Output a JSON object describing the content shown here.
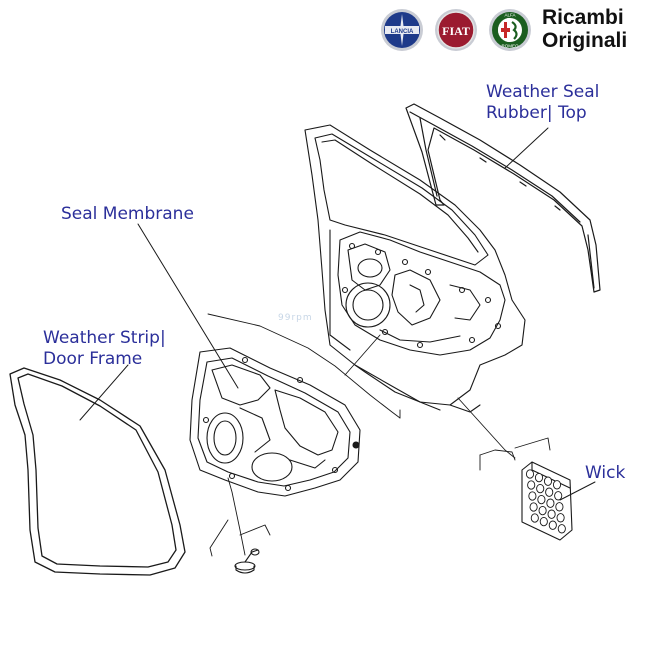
{
  "header": {
    "brand_line1": "Ricambi",
    "brand_line2": "Originali",
    "logos": [
      "lancia-logo",
      "fiat-logo",
      "alfa-romeo-logo"
    ],
    "logo_text": {
      "lancia": "LANCIA",
      "fiat": "FIAT",
      "alfa_top": "ALFA",
      "alfa_bottom": "ROMEO"
    }
  },
  "callouts": {
    "weather_seal_line1": "Weather Seal",
    "weather_seal_line2": "Rubber| Top",
    "seal_membrane": "Seal Membrane",
    "weather_strip_line1": "Weather Strip|",
    "weather_strip_line2": "Door Frame",
    "wick": "Wick"
  },
  "watermark": "99rpm",
  "colors": {
    "label": "#2b2f9a",
    "line": "#1a1a1a",
    "lancia": "#1e3a8a",
    "fiat": "#9b1b30",
    "alfa": "#1b5e20"
  }
}
